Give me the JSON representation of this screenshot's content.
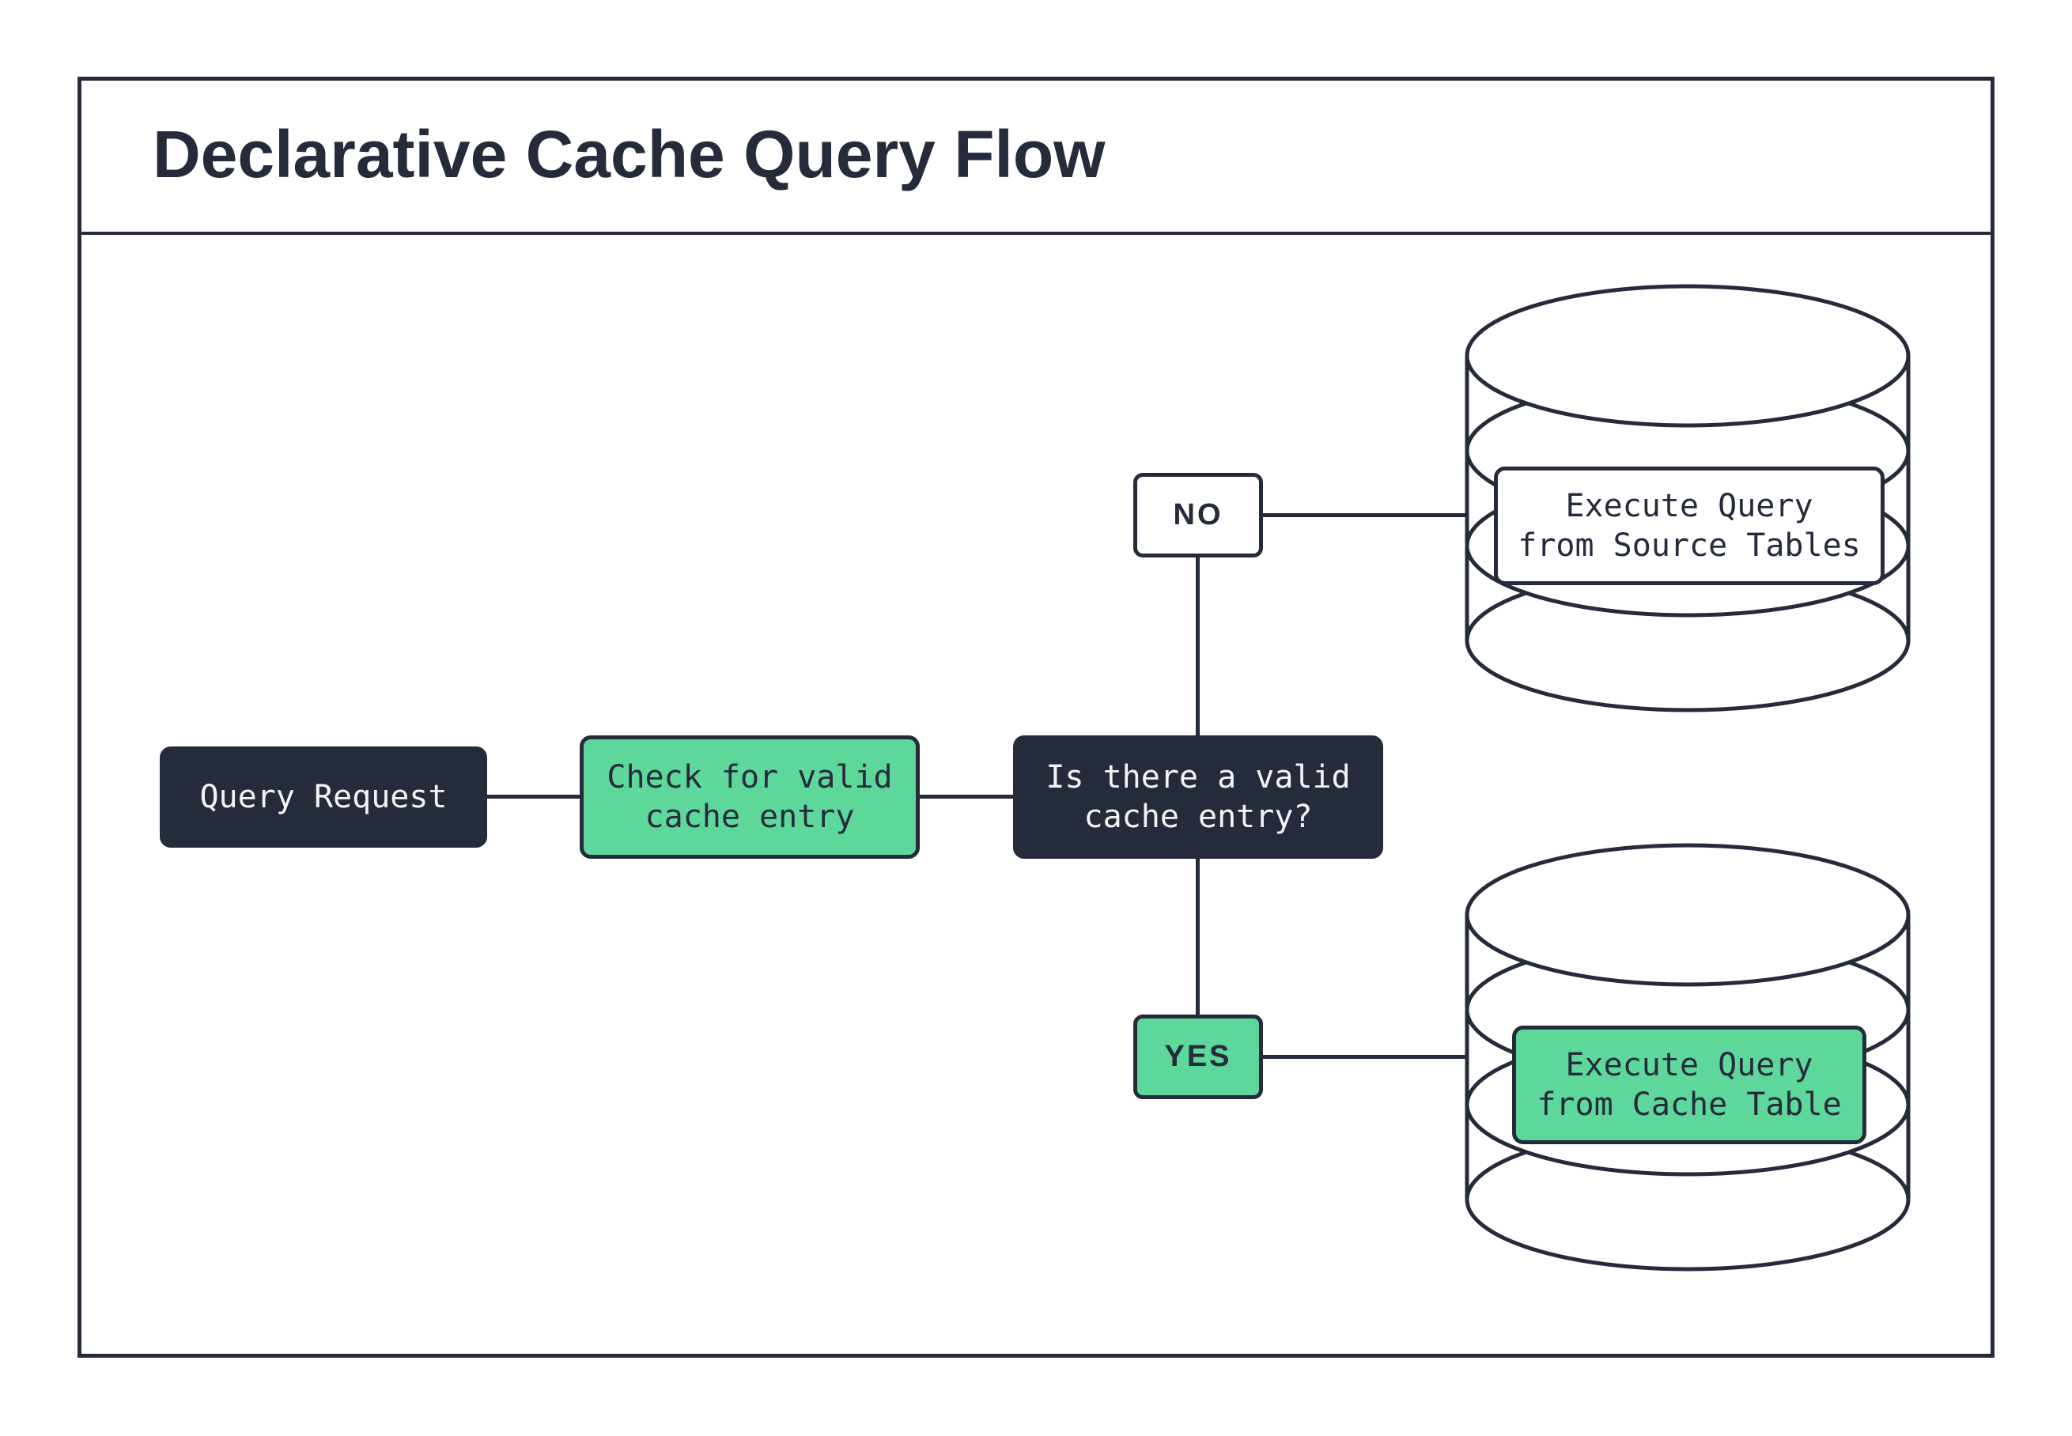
{
  "header": {
    "title": "Declarative Cache Query Flow"
  },
  "flow": {
    "query_request": {
      "label": "Query Request"
    },
    "check_cache": {
      "label": "Check for valid\ncache entry"
    },
    "decision": {
      "label": "Is there a valid\ncache entry?"
    },
    "no_branch": {
      "label": "NO"
    },
    "yes_branch": {
      "label": "YES"
    },
    "source_db": {
      "label": "Execute Query\nfrom Source Tables"
    },
    "cache_db": {
      "label": "Execute Query\nfrom Cache Table"
    }
  },
  "colors": {
    "dark_navy": "#252b3b",
    "green": "#5ed79b",
    "background": "#ffffff",
    "text_on_dark": "#f2f4f6"
  }
}
